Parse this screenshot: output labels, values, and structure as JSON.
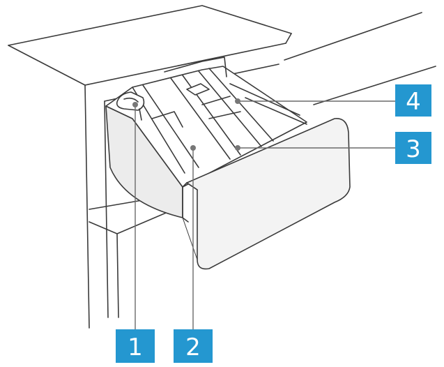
{
  "callouts": [
    {
      "label": "1"
    },
    {
      "label": "2"
    },
    {
      "label": "3"
    },
    {
      "label": "4"
    }
  ],
  "colors": {
    "line": "#3a3a3a",
    "leader": "#6a6a6a",
    "drawer_shade": "#ececec",
    "drawer_front": "#f3f3f3",
    "badge": "#2497d0",
    "badge_text": "#ffffff"
  }
}
